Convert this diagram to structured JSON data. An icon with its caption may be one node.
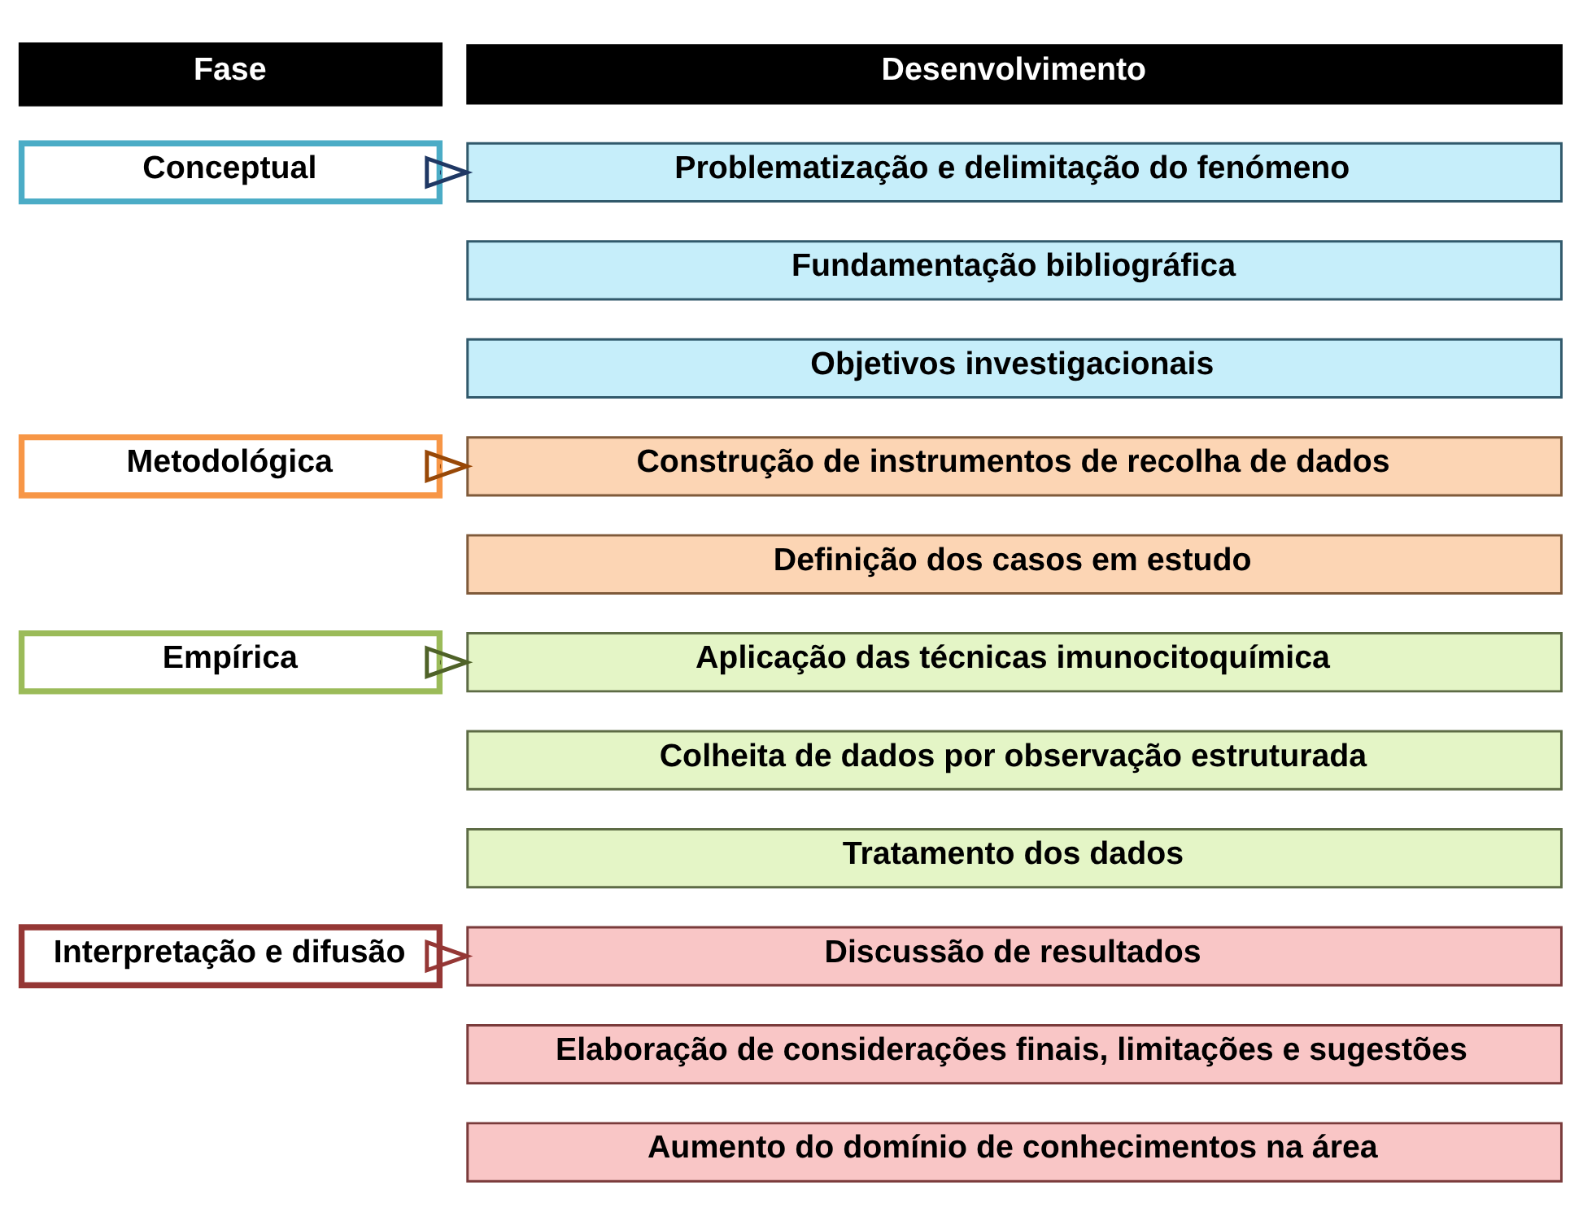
{
  "diagram": {
    "nodes": [
      {
        "text": [
          "Fase"
        ]
      },
      {
        "text": [
          "Desenvolvimento"
        ]
      },
      {
        "text": [
          "Conceptual"
        ]
      },
      {
        "text": [
          "Problematização e delimitação do fenómeno"
        ]
      },
      {
        "text": [
          "Fundamentação bibliográfica"
        ]
      },
      {
        "text": [
          "Objetivos investigacionais"
        ]
      },
      {
        "text": [
          "Metodológica"
        ]
      },
      {
        "text": [
          "Construção de instrumentos de recolha de dados"
        ]
      },
      {
        "text": [
          "Definição dos casos em estudo"
        ]
      },
      {
        "text": [
          "Empírica"
        ]
      },
      {
        "text": [
          "Aplicação das técnicas imunocitoquímica"
        ]
      },
      {
        "text": [
          "Colheita de dados por observação estruturada"
        ]
      },
      {
        "text": [
          "Tratamento dos dados"
        ]
      },
      {
        "text": [
          "Interpretação e difusão"
        ]
      },
      {
        "text": [
          "Discussão de resultados"
        ]
      },
      {
        "text": [
          "Elaboração de considerações finais, limitações e sugestões"
        ]
      },
      {
        "text": [
          "Aumento do domínio de conhecimentos na área"
        ]
      }
    ],
    "edges": [
      {
        "from": 2,
        "to": 3,
        "arrow": "to",
        "color": "#1f3864"
      },
      {
        "from": 6,
        "to": 7,
        "arrow": "to",
        "color": "#984807"
      },
      {
        "from": 9,
        "to": 10,
        "arrow": "to",
        "color": "#4f6228"
      },
      {
        "from": 13,
        "to": 14,
        "arrow": "to",
        "color": "#953735"
      }
    ]
  }
}
